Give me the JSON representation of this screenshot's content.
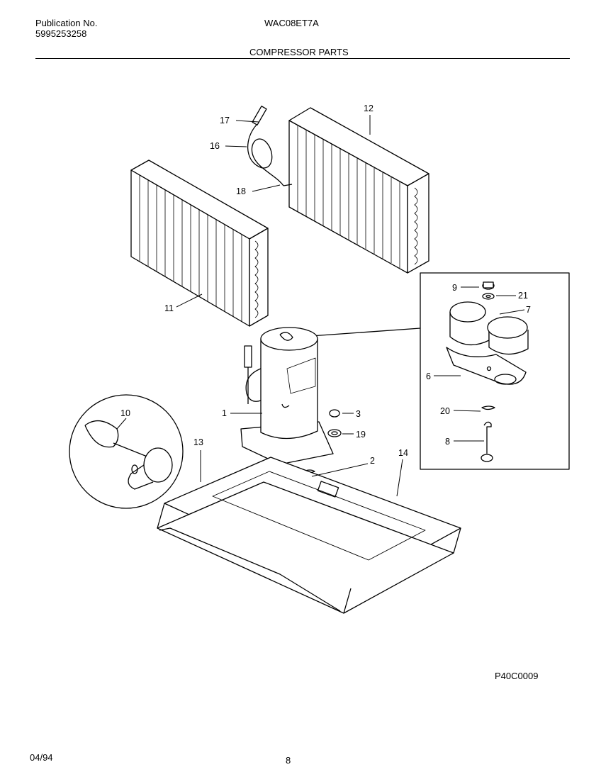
{
  "header": {
    "publication_label": "Publication No.",
    "publication_number": "5995253258",
    "model": "WAC08ET7A",
    "section_title": "COMPRESSOR PARTS"
  },
  "figure_code": "P40C0009",
  "footer": {
    "date": "04/94",
    "page_number": "8"
  },
  "callouts": {
    "c1": "1",
    "c2": "2",
    "c3": "3",
    "c6": "6",
    "c7": "7",
    "c8": "8",
    "c9": "9",
    "c10": "10",
    "c11": "11",
    "c12": "12",
    "c13": "13",
    "c14": "14",
    "c16": "16",
    "c17": "17",
    "c18": "18",
    "c19": "19",
    "c20": "20",
    "c21": "21"
  }
}
